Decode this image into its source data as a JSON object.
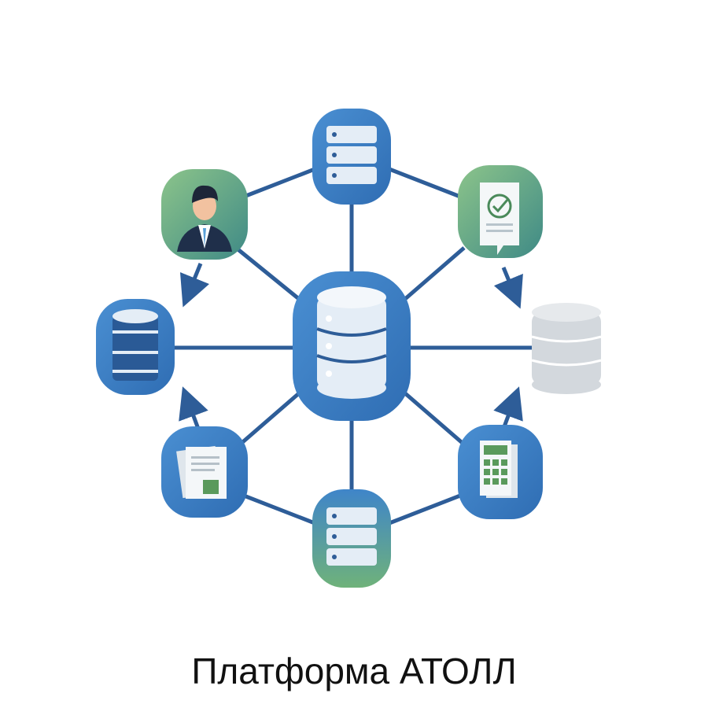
{
  "title": "Платформа АТОЛЛ",
  "colors": {
    "blue": "#3a7cc3",
    "green": "#6fae6e",
    "line": "#2e5d98",
    "gray": "#d3d8dd",
    "light": "#e4edf6"
  },
  "nodes": [
    {
      "id": "center",
      "icon": "database-icon"
    },
    {
      "id": "top",
      "icon": "server-icon"
    },
    {
      "id": "top-left",
      "icon": "user-icon"
    },
    {
      "id": "top-right",
      "icon": "approved-document-icon"
    },
    {
      "id": "left",
      "icon": "database-icon"
    },
    {
      "id": "right",
      "icon": "database-icon"
    },
    {
      "id": "bottom-left",
      "icon": "documents-icon"
    },
    {
      "id": "bottom-right",
      "icon": "calculator-document-icon"
    },
    {
      "id": "bottom",
      "icon": "server-icon"
    }
  ]
}
